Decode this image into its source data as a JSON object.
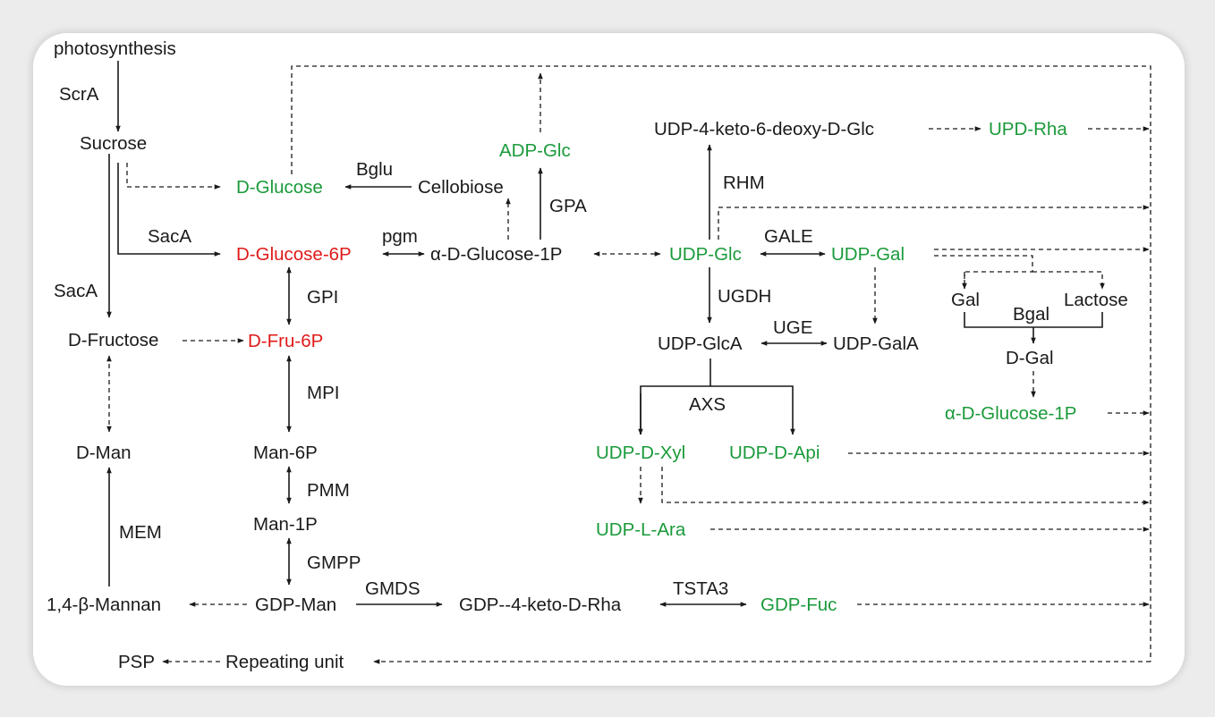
{
  "colors": {
    "black": "#1a1a1a",
    "green": "#1a9a3a",
    "red": "#e01a1a"
  },
  "nodes": {
    "photosynthesis": {
      "label": "photosynthesis",
      "color": "black"
    },
    "sucrose": {
      "label": "Sucrose",
      "color": "black"
    },
    "d_glucose": {
      "label": "D-Glucose",
      "color": "green"
    },
    "cellobiose": {
      "label": "Cellobiose",
      "color": "black"
    },
    "adp_glc": {
      "label": "ADP-Glc",
      "color": "green"
    },
    "d_glucose_6p": {
      "label": "D-Glucose-6P",
      "color": "red"
    },
    "alpha_d_glucose_1p": {
      "label": "α-D-Glucose-1P",
      "color": "black"
    },
    "d_fructose": {
      "label": "D-Fructose",
      "color": "black"
    },
    "d_fru_6p": {
      "label": "D-Fru-6P",
      "color": "red"
    },
    "d_man": {
      "label": "D-Man",
      "color": "black"
    },
    "man_6p": {
      "label": "Man-6P",
      "color": "black"
    },
    "man_1p": {
      "label": "Man-1P",
      "color": "black"
    },
    "mannan": {
      "label": "1,4-β-Mannan",
      "color": "black"
    },
    "gdp_man": {
      "label": "GDP-Man",
      "color": "black"
    },
    "gdp_keto_rha": {
      "label": "GDP--4-keto-D-Rha",
      "color": "black"
    },
    "gdp_fuc": {
      "label": "GDP-Fuc",
      "color": "green"
    },
    "psp": {
      "label": "PSP",
      "color": "black"
    },
    "repeating_unit": {
      "label": "Repeating unit",
      "color": "black"
    },
    "udp_keto_deoxy_glc": {
      "label": "UDP-4-keto-6-deoxy-D-Glc",
      "color": "black"
    },
    "upd_rha": {
      "label": "UPD-Rha",
      "color": "green"
    },
    "udp_glc": {
      "label": "UDP-Glc",
      "color": "green"
    },
    "udp_gal": {
      "label": "UDP-Gal",
      "color": "green"
    },
    "udp_glca": {
      "label": "UDP-GlcA",
      "color": "black"
    },
    "udp_gala": {
      "label": "UDP-GalA",
      "color": "black"
    },
    "gal": {
      "label": "Gal",
      "color": "black"
    },
    "lactose": {
      "label": "Lactose",
      "color": "black"
    },
    "d_gal": {
      "label": "D-Gal",
      "color": "black"
    },
    "alpha_d_glucose_1p_green": {
      "label": "α-D-Glucose-1P",
      "color": "green"
    },
    "udp_d_xyl": {
      "label": "UDP-D-Xyl",
      "color": "green"
    },
    "udp_d_api": {
      "label": "UDP-D-Api",
      "color": "green"
    },
    "udp_l_ara": {
      "label": "UDP-L-Ara",
      "color": "green"
    }
  },
  "enzymes": {
    "scra": "ScrA",
    "saca_1": "SacA",
    "saca_2": "SacA",
    "bglu": "Bglu",
    "gpa": "GPA",
    "pgm": "pgm",
    "gpi": "GPI",
    "mpi": "MPI",
    "pmm": "PMM",
    "gmpp": "GMPP",
    "mem": "MEM",
    "gmds": "GMDS",
    "tsta3": "TSTA3",
    "rhm": "RHM",
    "gale": "GALE",
    "ugdh": "UGDH",
    "uge": "UGE",
    "bgal": "Bgal",
    "axs": "AXS"
  }
}
